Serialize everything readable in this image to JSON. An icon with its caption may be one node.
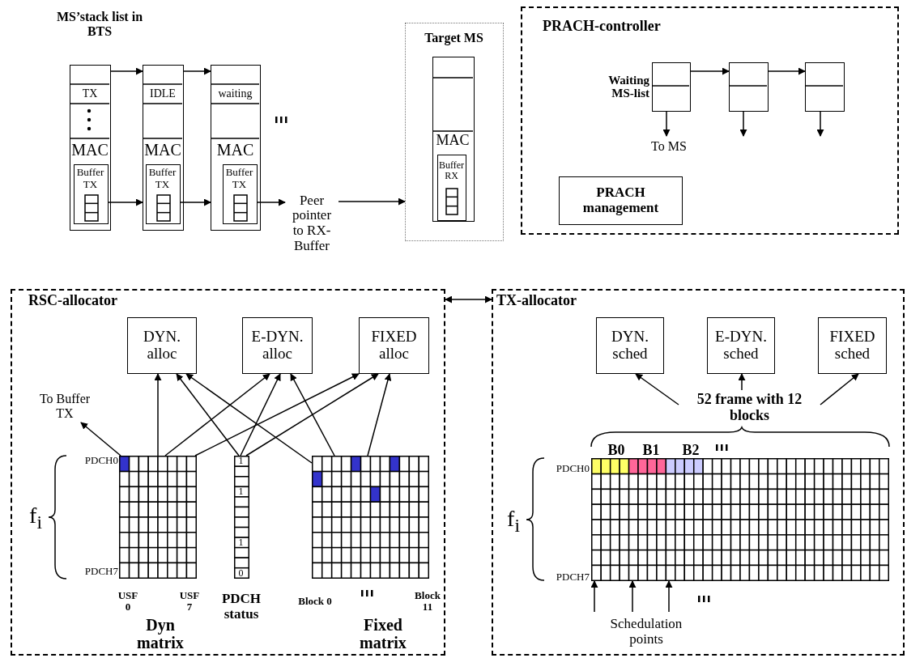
{
  "diagram": {
    "nodes": [
      {
        "text": [
          "TX",
          "MAC"
        ]
      },
      {
        "text": [
          "Buffer TX"
        ],
        "in": 0
      },
      {
        "text": [
          "IDLE",
          "MAC"
        ]
      },
      {
        "text": [
          "Buffer TX"
        ],
        "in": 2
      },
      {
        "text": [
          "waiting",
          "MAC"
        ]
      },
      {
        "text": [
          "Buffer TX"
        ],
        "in": 4
      },
      {
        "text": [
          "Peer pointer to RX-Buffer"
        ]
      },
      {
        "text": [
          "Target MS"
        ]
      },
      {
        "text": [
          "MAC"
        ],
        "in": 7
      },
      {
        "text": [
          "Buffer RX"
        ],
        "in": 8
      },
      {
        "text": [
          "PRACH-controller"
        ]
      },
      {
        "text": [],
        "shape": "box",
        "in": 10,
        "beside": [
          "Waiting MS-list"
        ]
      },
      {
        "text": [],
        "shape": "box",
        "in": 10
      },
      {
        "text": [],
        "shape": "box",
        "in": 10
      },
      {
        "text": [
          "PRACH management"
        ],
        "in": 10
      },
      {
        "text": [
          "RSC-allocator"
        ]
      },
      {
        "text": [
          "DYN. alloc"
        ],
        "in": 15
      },
      {
        "text": [
          "E-DYN. alloc"
        ],
        "in": 15
      },
      {
        "text": [
          "FIXED alloc"
        ],
        "in": 15
      },
      {
        "text": [
          "To Buffer TX"
        ],
        "in": 15
      },
      {
        "text": [],
        "shape": "grid",
        "in": 15,
        "beside": [
          "PDCH0",
          "PDCH7",
          "USF 0",
          "USF 7",
          "Dyn matrix"
        ]
      },
      {
        "text": [
          "1",
          "1",
          "1",
          "0"
        ],
        "in": 15,
        "beside": [
          "PDCH status"
        ]
      },
      {
        "text": [],
        "shape": "grid",
        "in": 15,
        "beside": [
          "Block 0",
          "Block 11",
          "Fixed matrix"
        ]
      },
      {
        "text": [
          "TX-allocator"
        ]
      },
      {
        "text": [
          "DYN. sched"
        ],
        "in": 23
      },
      {
        "text": [
          "E-DYN. sched"
        ],
        "in": 23
      },
      {
        "text": [
          "FIXED sched"
        ],
        "in": 23
      },
      {
        "text": [
          "52 frame with 12 blocks"
        ],
        "in": 23
      },
      {
        "text": [],
        "shape": "grid",
        "in": 23,
        "beside": [
          "B0",
          "B1",
          "B2",
          "PDCH0",
          "PDCH7"
        ]
      },
      {
        "text": [
          "Schedulation points"
        ],
        "in": 23
      }
    ],
    "edges": [
      {
        "from": 0,
        "to": 2,
        "arrow": "to"
      },
      {
        "from": 2,
        "to": 4,
        "arrow": "to"
      },
      {
        "from": 1,
        "to": 2,
        "arrow": "to"
      },
      {
        "from": 3,
        "to": 4,
        "arrow": "to"
      },
      {
        "from": 5,
        "to": 6,
        "arrow": "to"
      },
      {
        "from": 6,
        "to": 7,
        "arrow": "to"
      },
      {
        "from": 11,
        "to": 12,
        "arrow": "to"
      },
      {
        "from": 12,
        "to": 13,
        "arrow": "to"
      },
      {
        "from": 11,
        "to": null,
        "arrow": "to",
        "label": "To MS"
      },
      {
        "from": 12,
        "to": null,
        "arrow": "to"
      },
      {
        "from": 13,
        "to": null,
        "arrow": "to"
      },
      {
        "from": 20,
        "to": 19,
        "arrow": "to"
      },
      {
        "from": 20,
        "to": 16,
        "arrow": "to"
      },
      {
        "from": 20,
        "to": 17,
        "arrow": "to"
      },
      {
        "from": 20,
        "to": 18,
        "arrow": "to"
      },
      {
        "from": 21,
        "to": 16,
        "arrow": "to"
      },
      {
        "from": 21,
        "to": 17,
        "arrow": "to"
      },
      {
        "from": 21,
        "to": 18,
        "arrow": "to"
      },
      {
        "from": 22,
        "to": 16,
        "arrow": "to"
      },
      {
        "from": 22,
        "to": 17,
        "arrow": "to"
      },
      {
        "from": 22,
        "to": 18,
        "arrow": "to"
      },
      {
        "from": 15,
        "to": 23,
        "arrow": "both"
      },
      {
        "from": 27,
        "to": 24,
        "arrow": "to"
      },
      {
        "from": 27,
        "to": 25,
        "arrow": "to"
      },
      {
        "from": 27,
        "to": 26,
        "arrow": "to"
      },
      {
        "from": 29,
        "to": 28,
        "arrow": "to"
      },
      {
        "from": 29,
        "to": 28,
        "arrow": "to"
      },
      {
        "from": 29,
        "to": 28,
        "arrow": "to"
      }
    ],
    "labels": [
      "MS’stack list in BTS",
      "f$_{i}$",
      "f$_{i}$"
    ]
  }
}
